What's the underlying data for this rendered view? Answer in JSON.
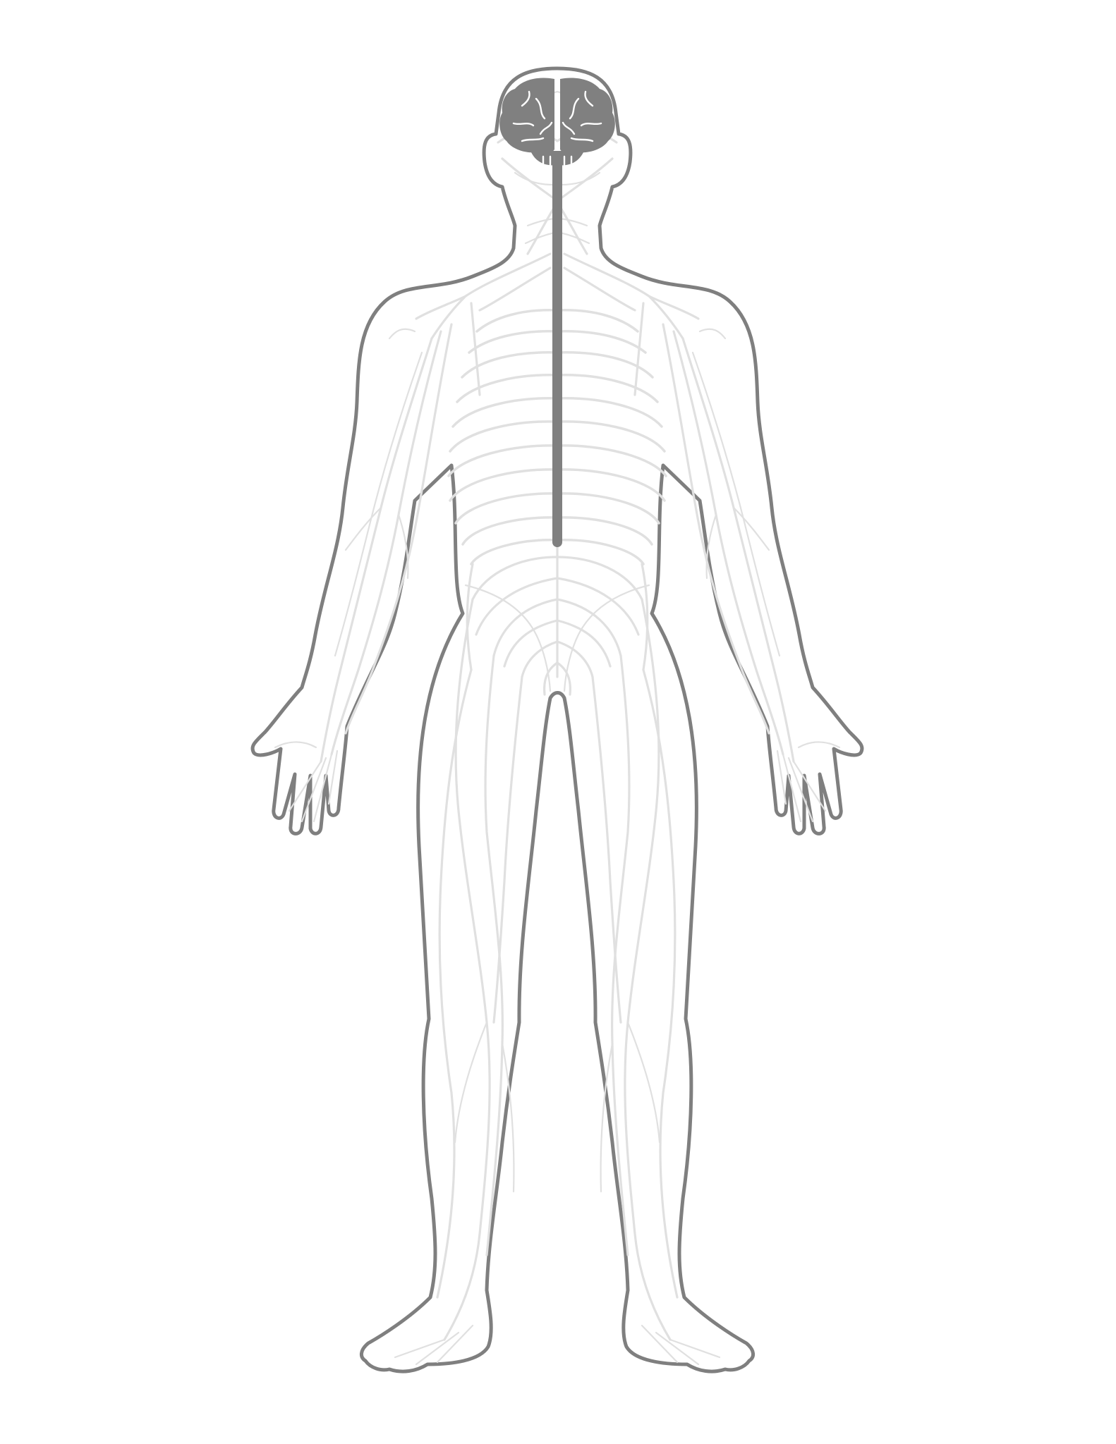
{
  "colors": {
    "background": "#ffffff",
    "body_outline": "#7f7f7f",
    "central_nervous_system": "#808080",
    "peripheral_nerves": "#e0e0e0"
  },
  "structures": {
    "central": [
      "brain",
      "spinal-cord"
    ],
    "peripheral": [
      "intercostal-nerves",
      "brachial-plexus",
      "lumbosacral-plexus",
      "arm-nerves",
      "leg-nerves"
    ]
  }
}
